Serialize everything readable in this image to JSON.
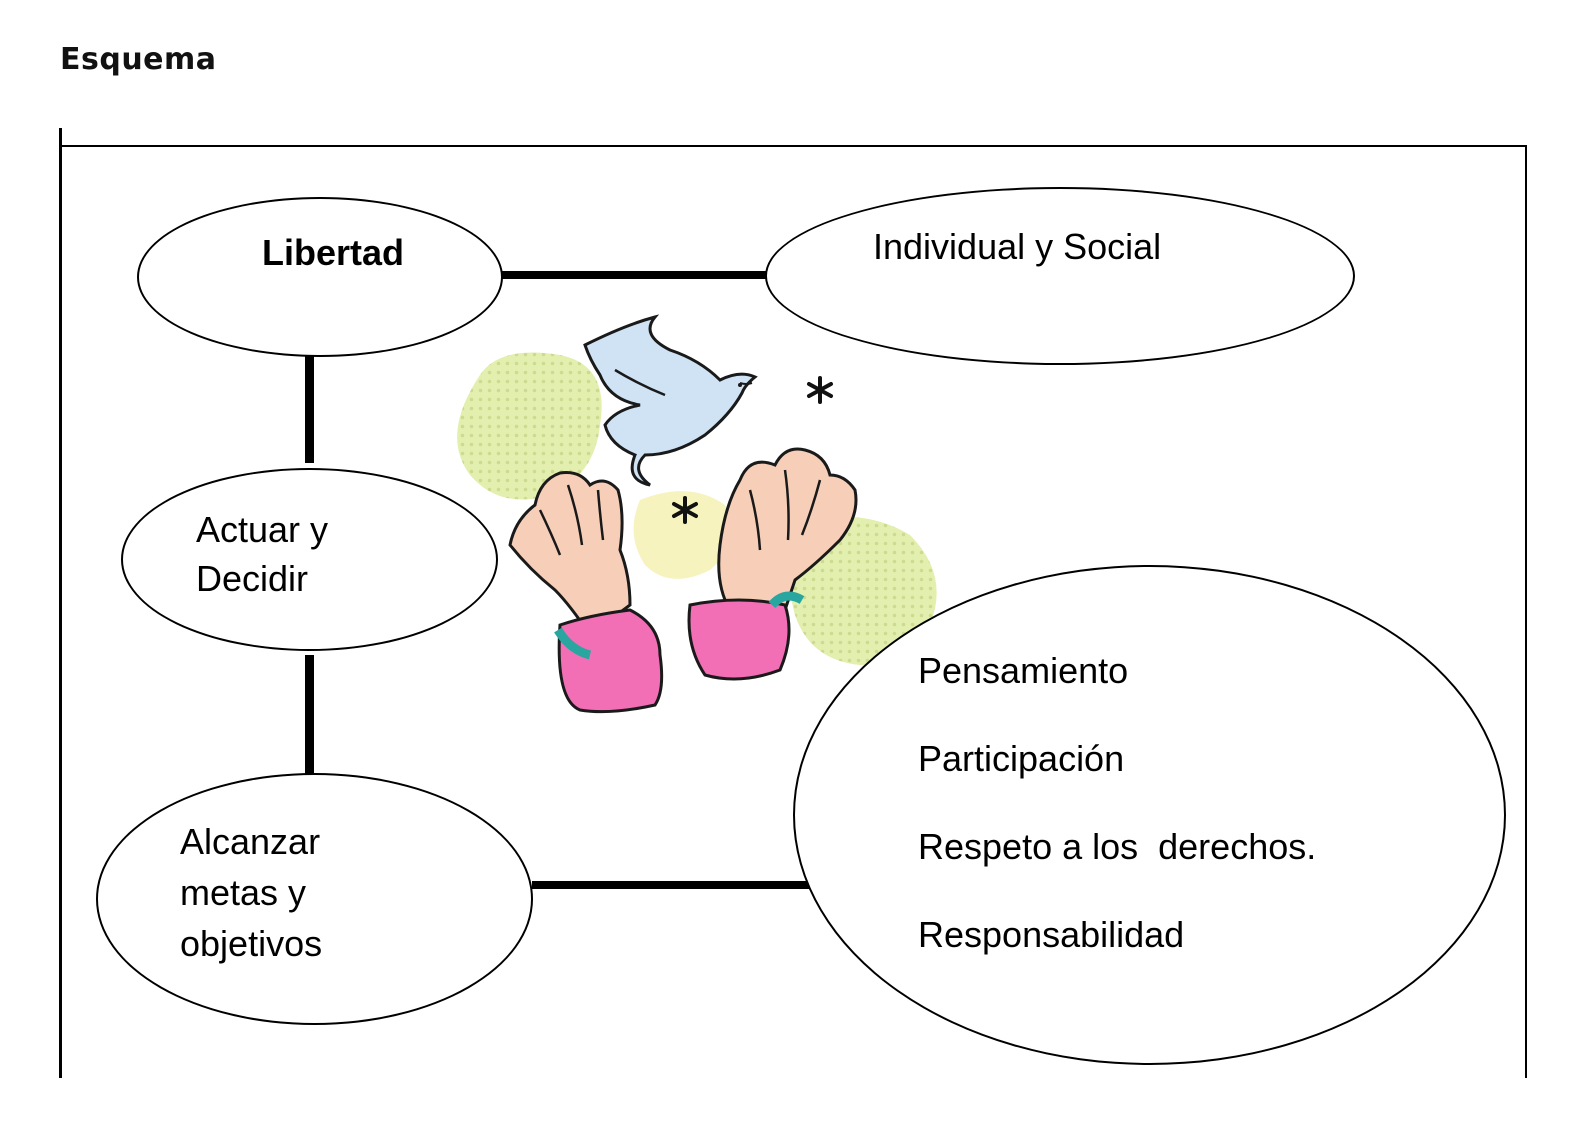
{
  "heading": "Esquema",
  "nodes": {
    "libertad": "Libertad",
    "individual_social": "Individual y Social",
    "actuar_decidir": [
      "Actuar y",
      "Decidir"
    ],
    "alcanzar_metas": [
      "Alcanzar",
      "metas y",
      "objetivos"
    ],
    "aspects": [
      "Pensamiento",
      "Participación",
      "Respeto a los  derechos.",
      "Responsabilidad"
    ]
  },
  "illustration": {
    "icon": "dove-and-hands-icon",
    "colors": {
      "dove": "#cfe3f5",
      "hands": "#f7cfb8",
      "sleeve_pink": "#f26fb6",
      "sleeve_teal": "#2aa6a0",
      "blob_green": "#e3efae",
      "blob_yellow": "#f6f3be"
    }
  }
}
